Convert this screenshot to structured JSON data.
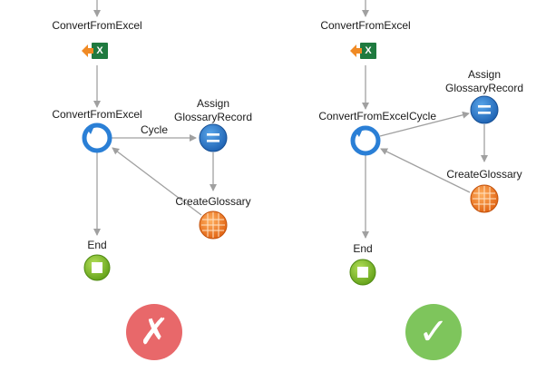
{
  "left_flow": {
    "convert_label_top": "ConvertFromExcel",
    "excel_icon_text": "X",
    "loop_label": "ConvertFromExcel",
    "cycle_label": "Cycle",
    "assign_label_1": "Assign",
    "assign_label_2": "GlossaryRecord",
    "create_label": "CreateGlossary",
    "end_label": "End",
    "verdict_symbol": "✗",
    "verdict_color": "#e8686a"
  },
  "right_flow": {
    "convert_label_top": "ConvertFromExcel",
    "excel_icon_text": "X",
    "loop_label": "ConvertFromExcel",
    "cycle_label": "Cycle",
    "assign_label_1": "Assign",
    "assign_label_2": "GlossaryRecord",
    "create_label": "CreateGlossary",
    "end_label": "End",
    "verdict_symbol": "✓",
    "verdict_color": "#7ec55c"
  }
}
